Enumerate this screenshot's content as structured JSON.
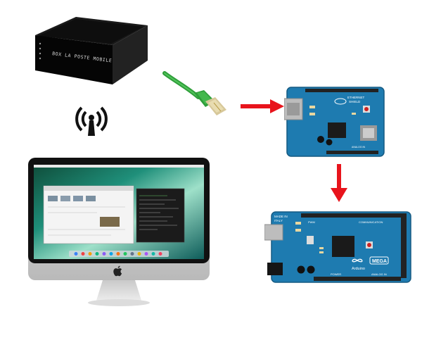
{
  "router": {
    "label": "BOX LA POSTE MOBILE"
  },
  "colors": {
    "arrow": "#e8141c",
    "board_blue": "#1e7bb0",
    "cable_green": "#2f9e3a"
  },
  "icons": {
    "wifi": "wifi-signal-icon",
    "apple": "apple-logo-icon"
  },
  "ethernet_shield": {
    "labels": [
      "ETHERNET",
      "SHIELD",
      "ANALOG IN"
    ]
  },
  "mega_board": {
    "labels": [
      "MADE IN",
      "ITALY",
      "COMMUNICATION",
      "MEGA",
      "Arduino",
      "ANALOG IN",
      "POWER",
      "PWM"
    ]
  }
}
